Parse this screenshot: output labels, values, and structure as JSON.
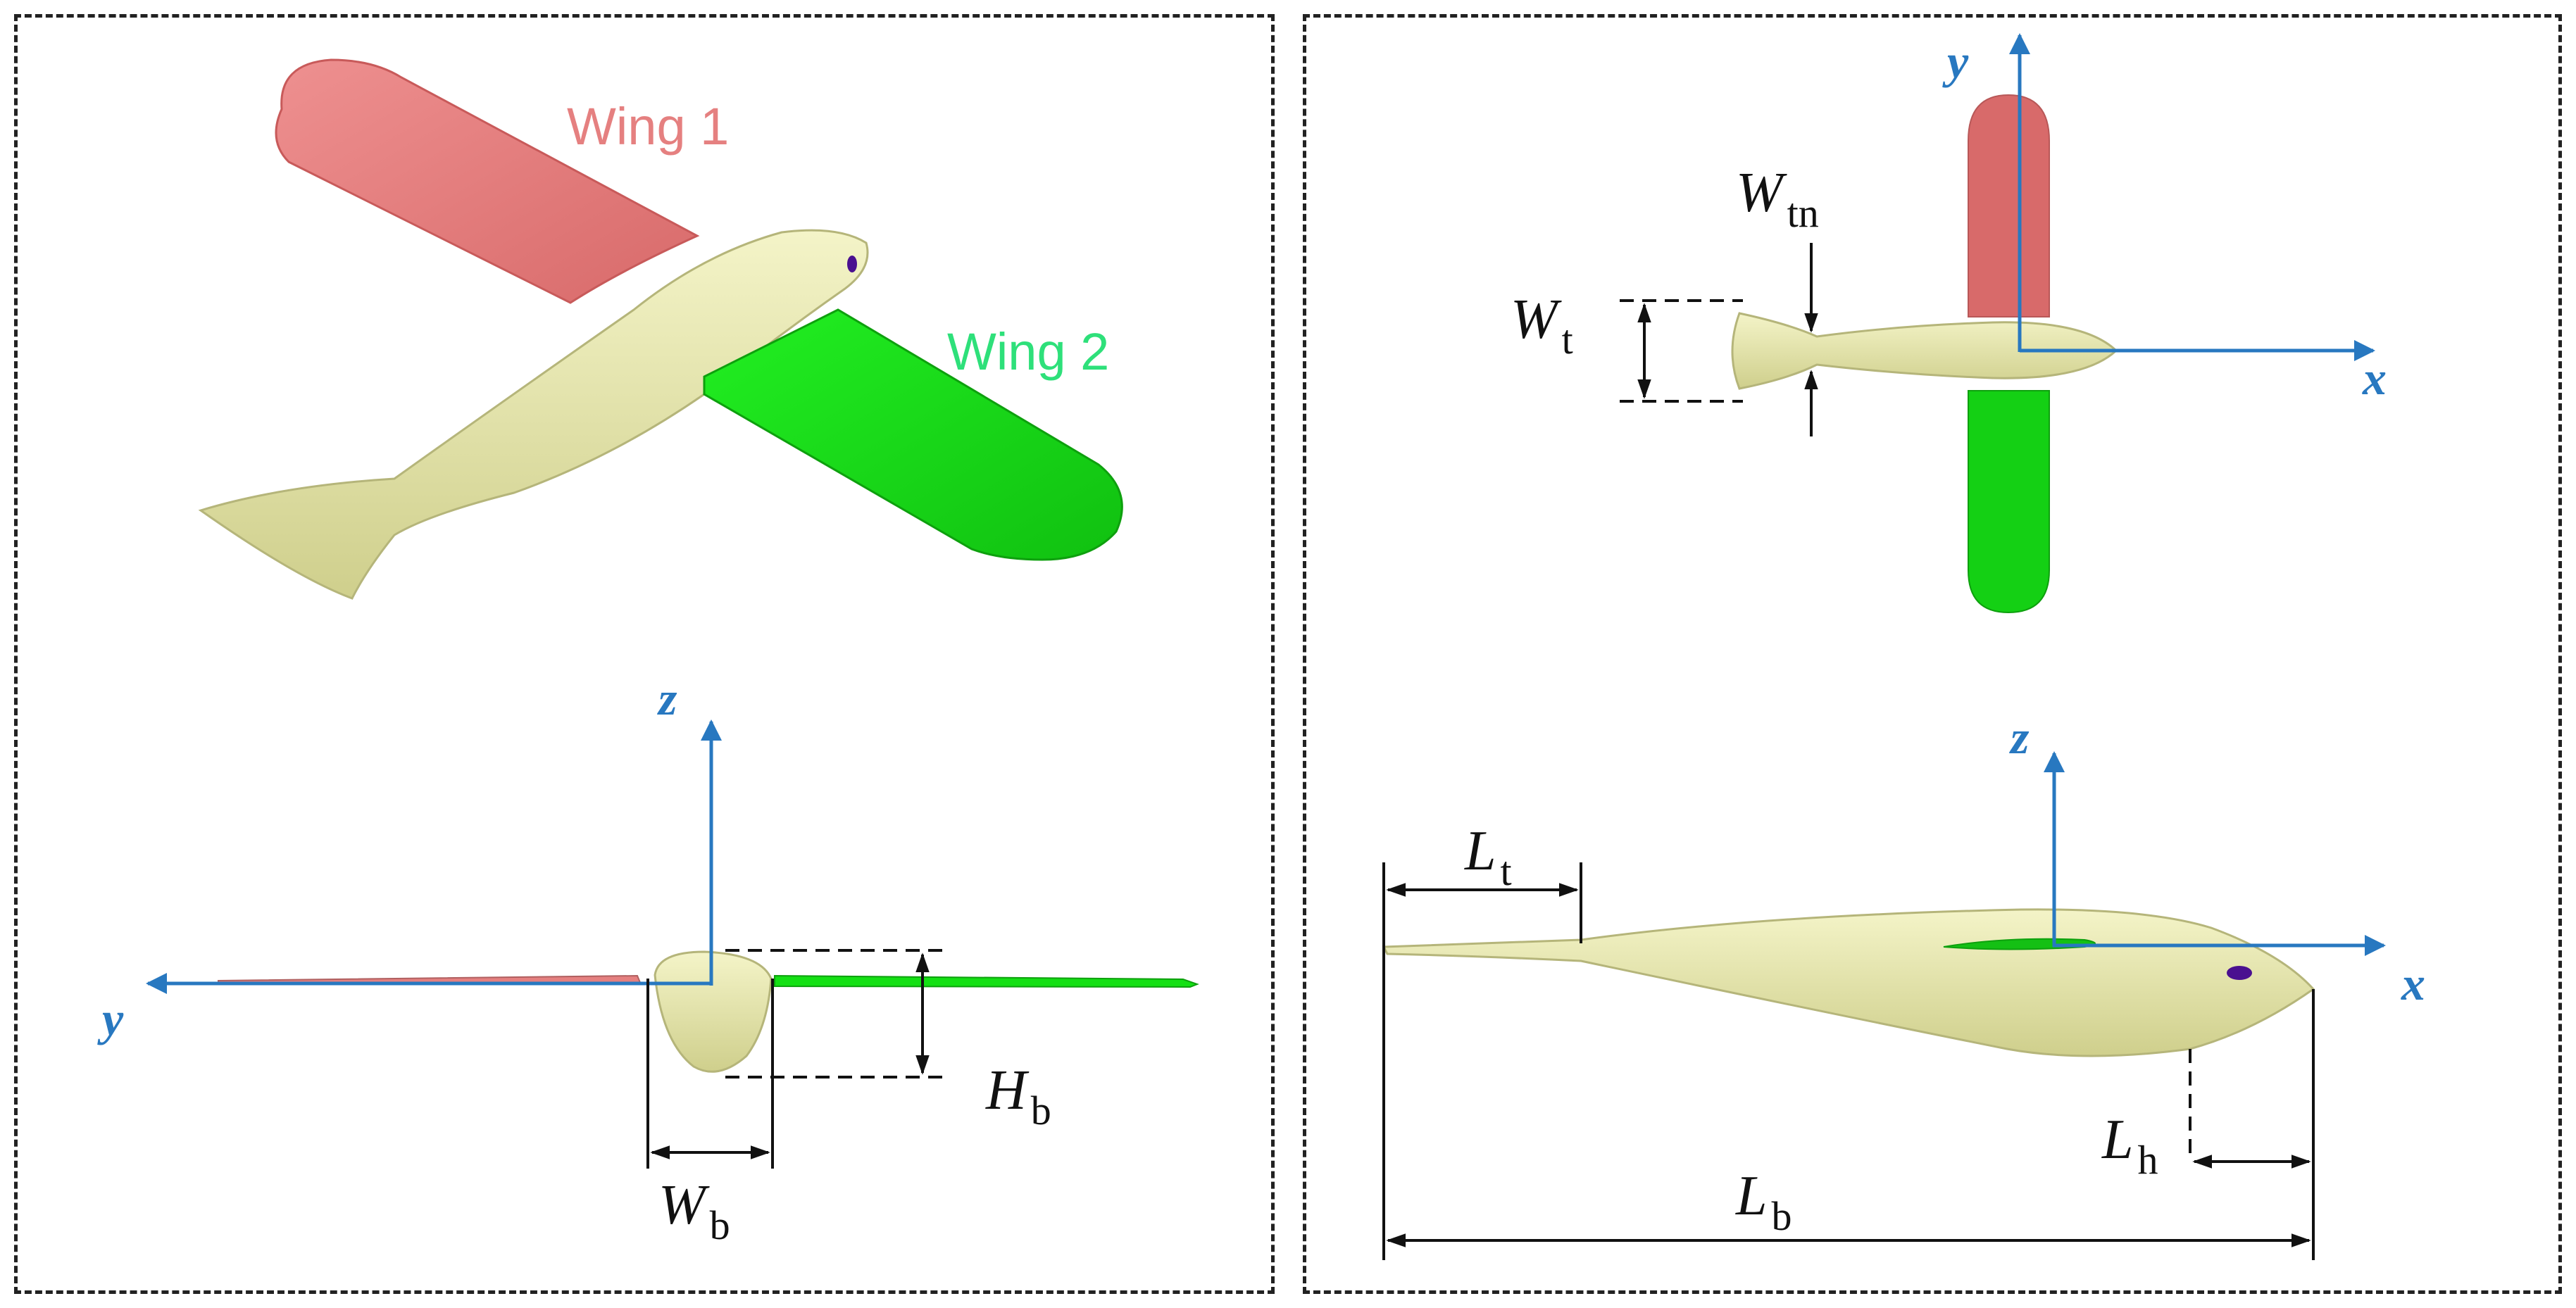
{
  "colors": {
    "wing1": "#e58080",
    "wing2": "#14e014",
    "body": "#e8e8aa",
    "axis": "#2878c0",
    "dimension": "#111111",
    "frame": "#222222"
  },
  "labels": {
    "wing1": "Wing 1",
    "wing2": "Wing 2"
  },
  "axes": {
    "x": "x",
    "y": "y",
    "z": "z"
  },
  "dimensions": {
    "Hb": {
      "main": "H",
      "sub": "b"
    },
    "Wb": {
      "main": "W",
      "sub": "b"
    },
    "Wt": {
      "main": "W",
      "sub": "t"
    },
    "Wtn": {
      "main": "W",
      "sub": "tn"
    },
    "Lt": {
      "main": "L",
      "sub": "t"
    },
    "Lh": {
      "main": "L",
      "sub": "h"
    },
    "Lb": {
      "main": "L",
      "sub": "b"
    }
  }
}
